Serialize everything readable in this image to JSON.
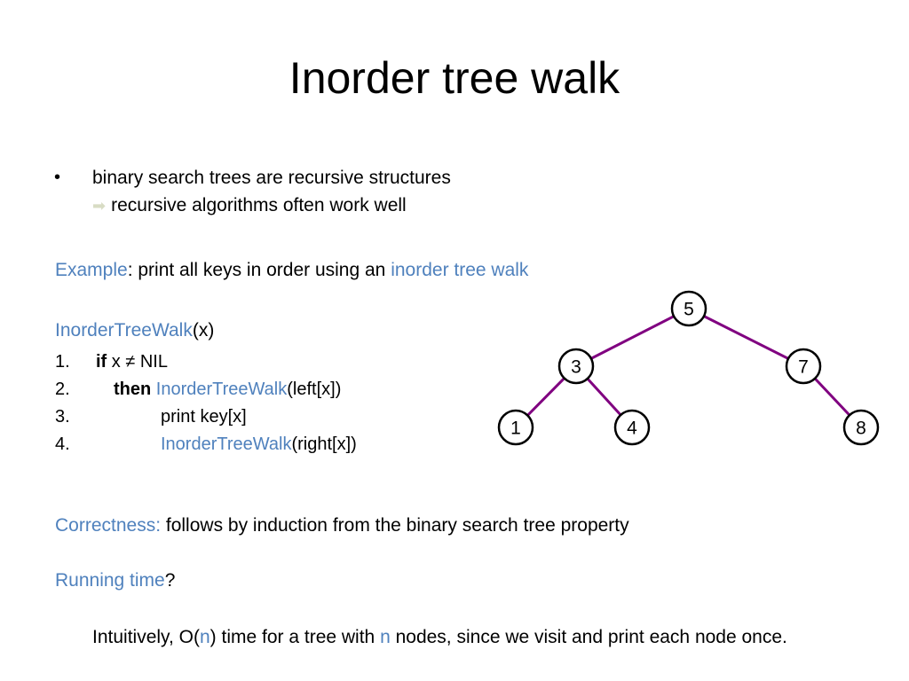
{
  "title": "Inorder tree walk",
  "bullet": {
    "symbol": "•",
    "line1": "binary search trees are recursive structures",
    "arrow_icon": "right-arrow-icon",
    "line2": "recursive algorithms often work well"
  },
  "example": {
    "label": "Example",
    "text": ": print all keys in order using an ",
    "highlight": "inorder tree walk"
  },
  "procedure": {
    "name": "InorderTreeWalk",
    "args": "(x)",
    "lines": [
      {
        "num": "1.",
        "kw": "if",
        "text": " x ≠ NIL"
      },
      {
        "num": "2.",
        "kw": "then",
        "call": "InorderTreeWalk",
        "text": "(left[x])"
      },
      {
        "num": "3.",
        "text": "print key[x]"
      },
      {
        "num": "4.",
        "call": "InorderTreeWalk",
        "text": "(right[x])"
      }
    ]
  },
  "correctness": {
    "label": "Correctness:",
    "text": " follows by induction from the binary search tree property"
  },
  "running_time": {
    "label": "Running time",
    "text": "?"
  },
  "intuitive": {
    "part1": "Intuitively, O(",
    "n1": "n",
    "part2": ") time for a tree with ",
    "n2": "n",
    "part3": " nodes, since we visit and print each node once."
  },
  "tree": {
    "nodes": [
      "5",
      "3",
      "7",
      "1",
      "4",
      "8"
    ],
    "edge_color": "#800080"
  },
  "colors": {
    "accent": "#4f81bd",
    "arrow": "#d8dcc4"
  }
}
